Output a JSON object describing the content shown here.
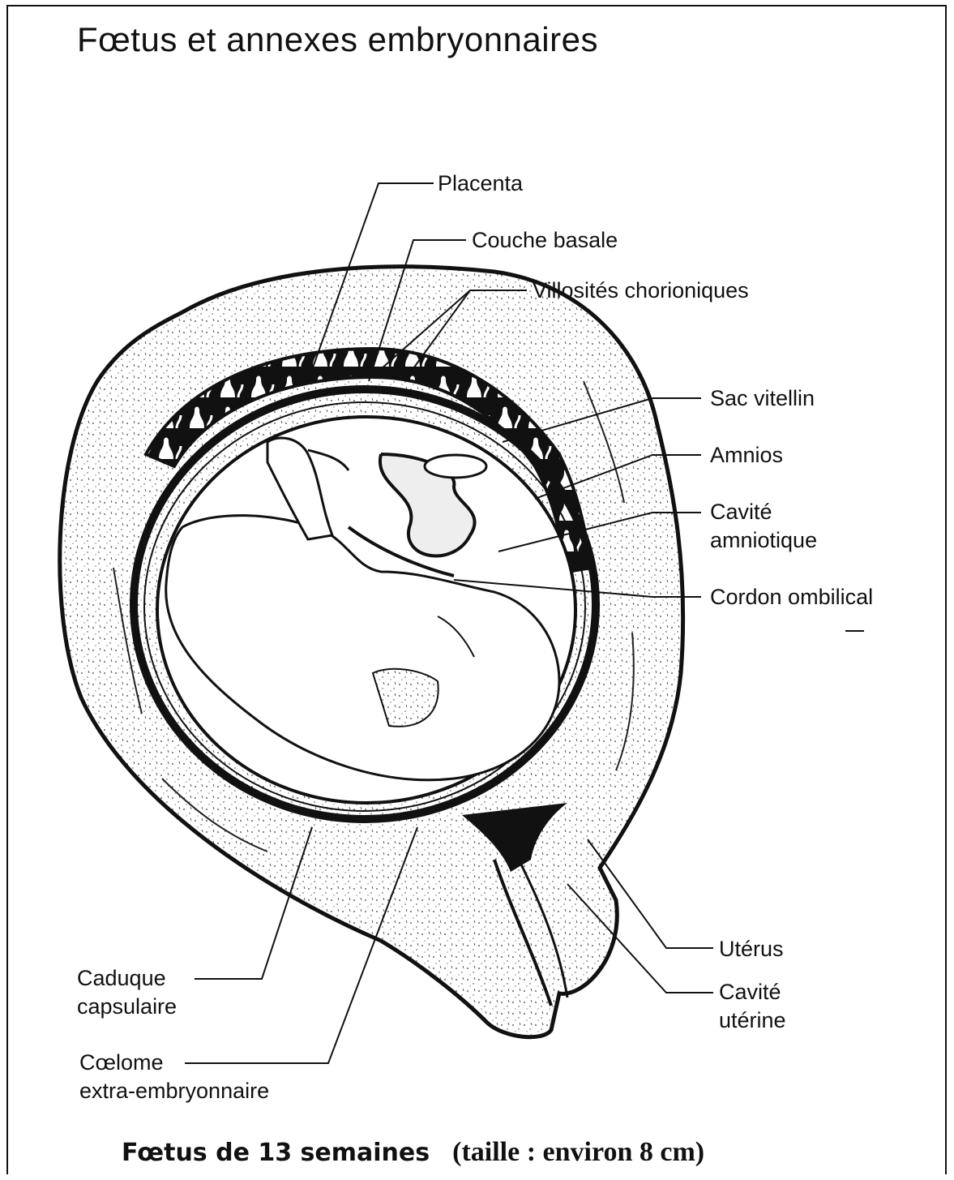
{
  "title": "Fœtus et annexes embryonnaires",
  "labels": {
    "placenta": "Placenta",
    "couche_basale": "Couche basale",
    "villosites": "Villosités chorioniques",
    "sac_vitellin": "Sac vitellin",
    "amnios": "Amnios",
    "cavite_amniotique_1": "Cavité",
    "cavite_amniotique_2": "amniotique",
    "cordon": "Cordon ombilical",
    "uterus": "Utérus",
    "cavite_uterine_1": "Cavité",
    "cavite_uterine_2": "utérine",
    "caduque_1": "Caduque",
    "caduque_2": "capsulaire",
    "coelome_1": "Cœlome",
    "coelome_2": "extra-embryonnaire"
  },
  "caption": {
    "part1": "Fœtus de 13 semaines",
    "part2": "(taille : environ 8 cm)"
  },
  "colors": {
    "ink": "#111111",
    "paper": "#ffffff"
  }
}
